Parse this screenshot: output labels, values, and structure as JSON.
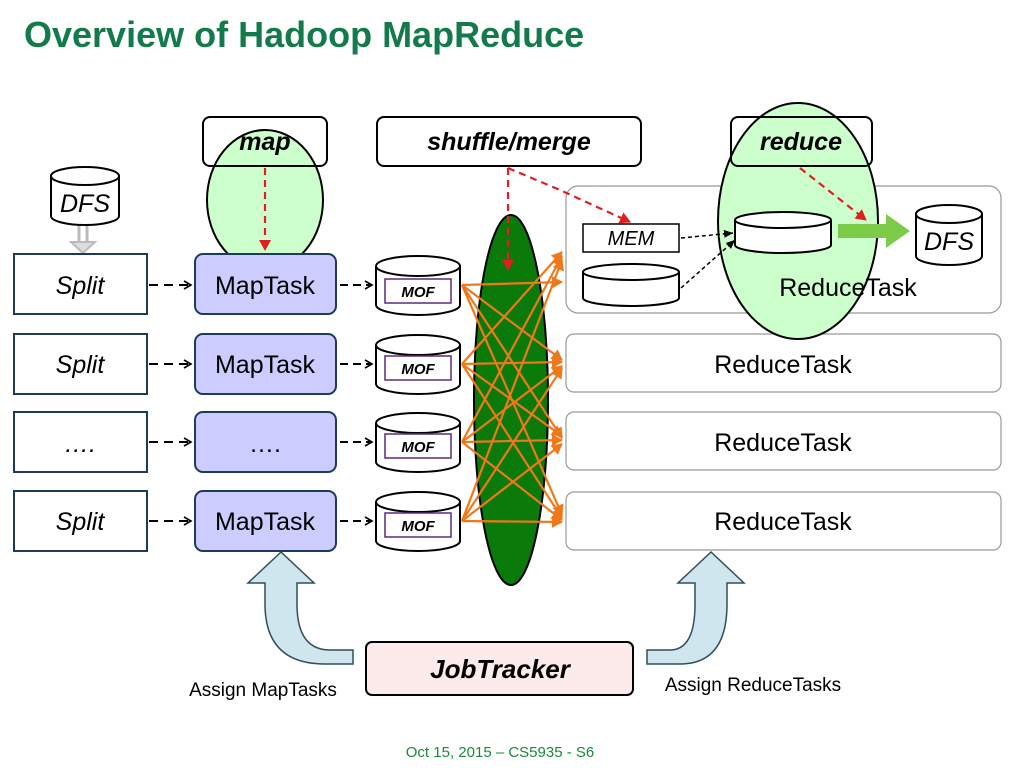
{
  "title": "Overview of Hadoop MapReduce",
  "footer": "Oct 15, 2015 – CS5935 - S6",
  "stage_labels": {
    "map": "map",
    "shuffle": "shuffle/merge",
    "reduce": "reduce"
  },
  "dfs_label": "DFS",
  "splits": [
    "Split",
    "Split",
    "….",
    "Split"
  ],
  "map_tasks": [
    "MapTask",
    "MapTask",
    "….",
    "MapTask"
  ],
  "mof_label": "MOF",
  "mem_label": "MEM",
  "reduce_tasks": [
    "ReduceTask",
    "ReduceTask",
    "ReduceTask",
    "ReduceTask"
  ],
  "jobtracker": "JobTracker",
  "assign_map": "Assign MapTasks",
  "assign_reduce": "Assign ReduceTasks",
  "colors": {
    "title": "#137a4b",
    "map_task_fill": "#ccccff",
    "shuffle_ellipse": "#0a7a0a",
    "highlight": "#ccffcc",
    "shuffle_arrows": "#f07818",
    "control_arrows": "#e02020",
    "jobtracker_fill": "#fdeaea",
    "assign_arrows": "#cfe6ee"
  }
}
